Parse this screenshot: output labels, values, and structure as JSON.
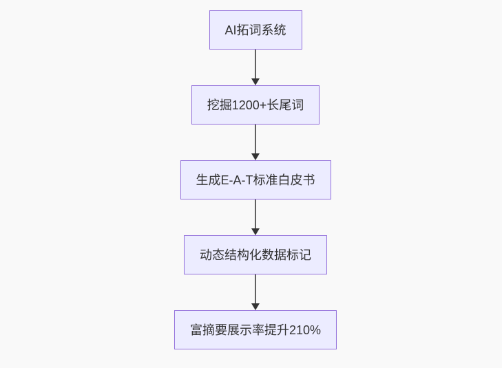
{
  "page": {
    "background_color": "#f9f9f9"
  },
  "flowchart": {
    "type": "flowchart",
    "direction": "top-down",
    "node_fill_color": "#ECECFF",
    "node_border_color": "#9370DB",
    "node_text_color": "#333333",
    "edge_line_color": "#5f5f5f",
    "arrowhead_color": "#333333",
    "nodes": [
      {
        "id": "A",
        "label": "AI拓词系统"
      },
      {
        "id": "B",
        "label": "挖掘1200+长尾词"
      },
      {
        "id": "C",
        "label": "生成E-A-T标准白皮书"
      },
      {
        "id": "D",
        "label": "动态结构化数据标记"
      },
      {
        "id": "E",
        "label": "富摘要展示率提升210%"
      }
    ],
    "edges": [
      {
        "from": "AI拓词系统",
        "to": "挖掘1200+长尾词"
      },
      {
        "from": "挖掘1200+长尾词",
        "to": "生成E-A-T标准白皮书"
      },
      {
        "from": "生成E-A-T标准白皮书",
        "to": "动态结构化数据标记"
      },
      {
        "from": "动态结构化数据标记",
        "to": "富摘要展示率提升210%"
      }
    ]
  }
}
